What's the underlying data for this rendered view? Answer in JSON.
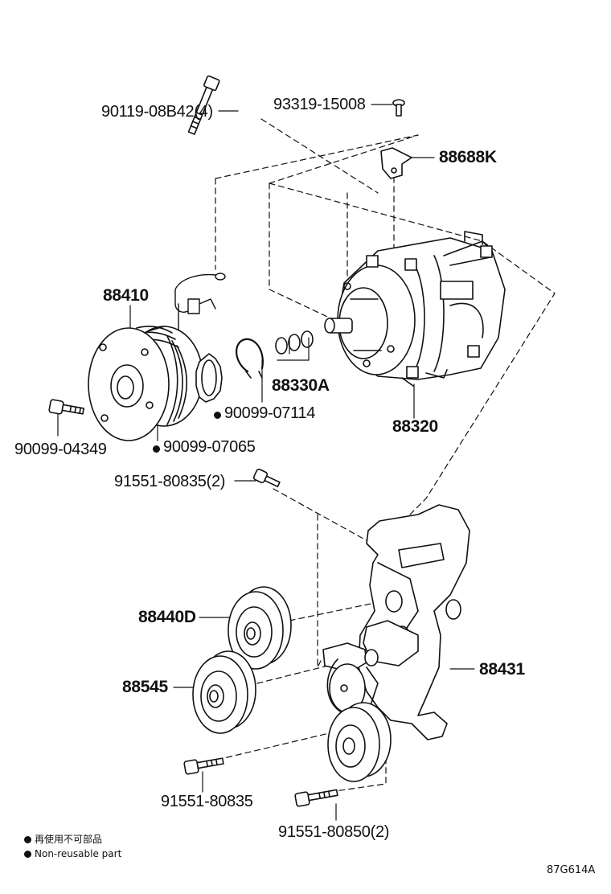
{
  "parts": {
    "bolt_top": "90119-08B42(4)",
    "screw_top": "93319-15008",
    "bracket_small": "88688K",
    "clutch_pulley": "88410",
    "shim_set": "88330A",
    "snap_ring_1": "90099-07114",
    "compressor": "88320",
    "bolt_pulley": "90099-04349",
    "snap_ring_2": "90099-07065",
    "bolt_bracket": "91551-80835(2)",
    "idler_pulley_1": "88440D",
    "idler_pulley_2": "88545",
    "bracket": "88431",
    "bolt_bottom_1": "91551-80835",
    "bolt_bottom_2": "91551-80850(2)"
  },
  "legend": {
    "line1": "再使用不可部品",
    "line2": "Non-reusable part"
  },
  "illustration_code": "87G614A"
}
